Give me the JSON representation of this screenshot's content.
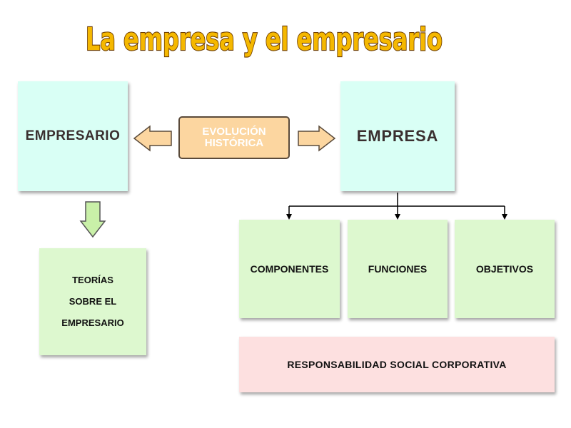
{
  "title": "La empresa y el empresario",
  "nodes": {
    "empresario": "EMPRESARIO",
    "empresa": "EMPRESA",
    "evolucion": [
      "EVOLUCIÓN",
      "HISTÓRICA"
    ],
    "teorias": [
      "TEORÍAS",
      "SOBRE EL",
      "EMPRESARIO"
    ],
    "componentes": "COMPONENTES",
    "funciones": "FUNCIONES",
    "objetivos": "OBJETIVOS",
    "rsc": "RESPONSABILIDAD SOCIAL CORPORATIVA"
  },
  "colors": {
    "title_fill": "#f5b800",
    "title_stroke": "#6b3a00",
    "cyan_box": "#d9fff5",
    "green_box": "#ddf8cf",
    "pink_box": "#fde0e0",
    "evolucion_box": "#fcd6a0",
    "orange_arrow": "#fcd6a0",
    "green_arrow": "#c9f0a8"
  }
}
